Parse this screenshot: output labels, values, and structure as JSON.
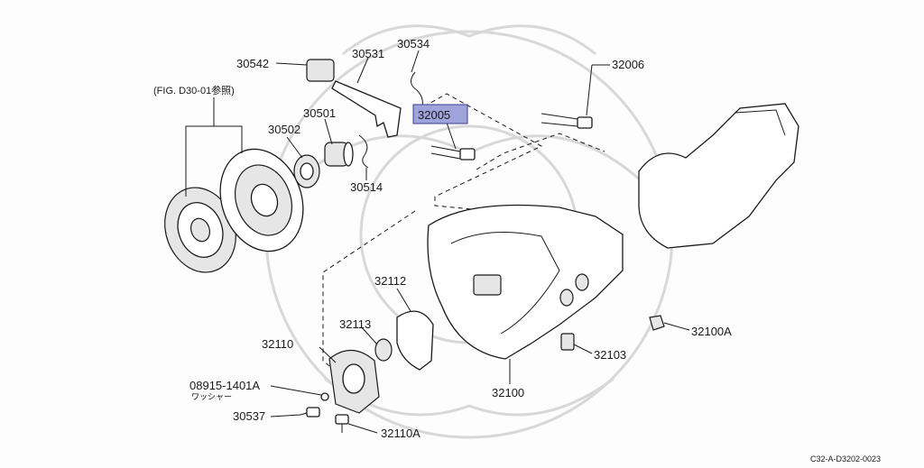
{
  "figure_reference": "(FIG. D30-01参照)",
  "diagram_code": "C32-A-D3202-0023",
  "highlight_color": "#9ea3dc",
  "parts": [
    {
      "id": "30542",
      "label": "30542"
    },
    {
      "id": "30531",
      "label": "30531"
    },
    {
      "id": "30534",
      "label": "30534"
    },
    {
      "id": "32006",
      "label": "32006"
    },
    {
      "id": "32005",
      "label": "32005",
      "highlighted": true
    },
    {
      "id": "30501",
      "label": "30501"
    },
    {
      "id": "30502",
      "label": "30502"
    },
    {
      "id": "30514",
      "label": "30514"
    },
    {
      "id": "32112",
      "label": "32112"
    },
    {
      "id": "32113",
      "label": "32113"
    },
    {
      "id": "32110",
      "label": "32110"
    },
    {
      "id": "08915-1401A",
      "label": "08915-1401A",
      "sublabel": "ワッシャー"
    },
    {
      "id": "30537",
      "label": "30537"
    },
    {
      "id": "32110A",
      "label": "32110A"
    },
    {
      "id": "32100",
      "label": "32100"
    },
    {
      "id": "32103",
      "label": "32103"
    },
    {
      "id": "32100A",
      "label": "32100A"
    }
  ]
}
